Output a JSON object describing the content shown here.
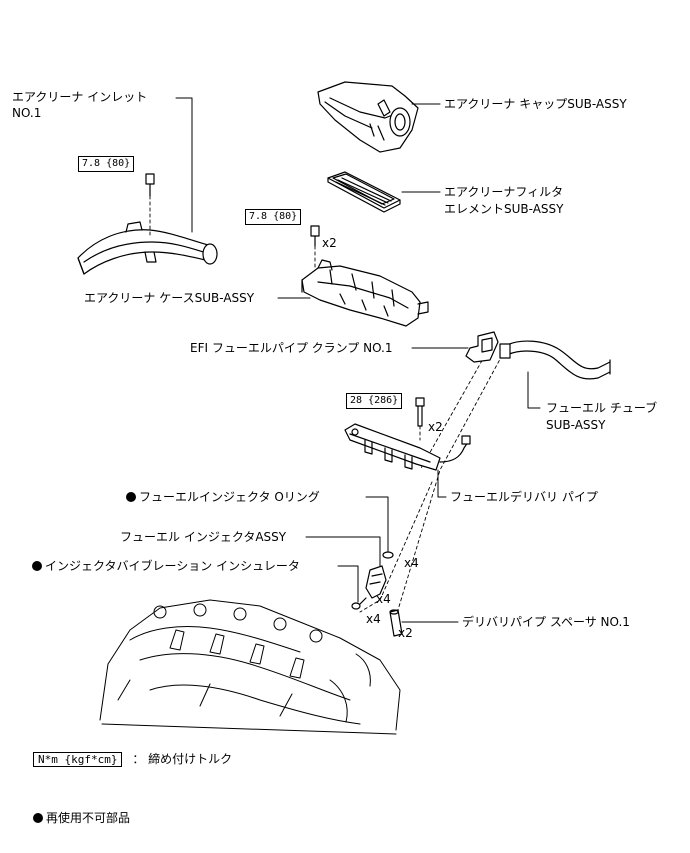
{
  "labels": {
    "inlet_line1": "エアクリーナ インレット",
    "inlet_line2": "NO.1",
    "cap": "エアクリーナ キャップSUB-ASSY",
    "filter_line1": "エアクリーナフィルタ",
    "filter_line2": "エレメントSUB-ASSY",
    "case": "エアクリーナ ケースSUB-ASSY",
    "clamp": "EFI フューエルパイプ クランプ NO.1",
    "tube_line1": "フューエル チューブ",
    "tube_line2": "SUB-ASSY",
    "delivery_pipe": "フューエルデリバリ パイプ",
    "oring": "フューエルインジェクタ Oリング",
    "injector": "フューエル インジェクタASSY",
    "insulator": "インジェクタバイブレーション インシュレータ",
    "spacer": "デリバリパイプ スペーサ NO.1"
  },
  "torques": {
    "inlet_bolt": "7.8 {80}",
    "case_bolt": "7.8 {80}",
    "pipe_bolt": "28 {286}"
  },
  "quantities": {
    "case_bolt": "x2",
    "pipe_bolt": "x2",
    "oring": "x4",
    "injector": "x4",
    "insulator": "x4",
    "spacer": "x2"
  },
  "legend": {
    "torque_unit": "N*m {kgf*cm}",
    "torque_desc": "： 締め付けトルク",
    "nonreusable": "再使用不可部品"
  },
  "colors": {
    "line": "#000000",
    "background": "#ffffff"
  }
}
